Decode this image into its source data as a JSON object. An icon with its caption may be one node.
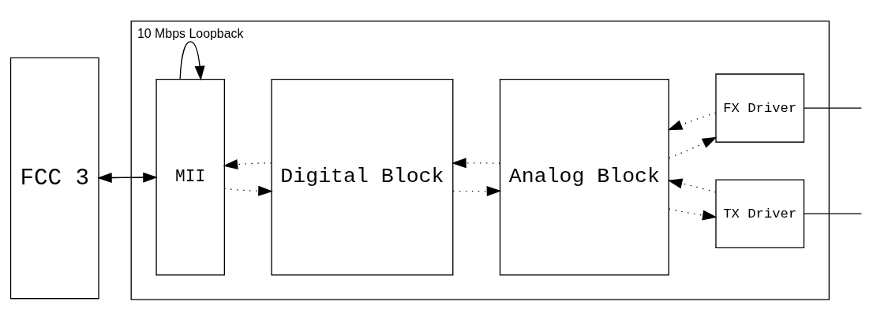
{
  "diagram": {
    "nodes": [
      {
        "text": [
          "FCC 3"
        ]
      },
      {
        "text": [],
        "shape": "box"
      },
      {
        "text": [
          "MII"
        ],
        "in": 1
      },
      {
        "text": [
          "Digital Block"
        ],
        "in": 1
      },
      {
        "text": [
          "Analog Block"
        ],
        "in": 1
      },
      {
        "text": [
          "FX Driver"
        ],
        "in": 1
      },
      {
        "text": [
          "TX Driver"
        ],
        "in": 1
      }
    ],
    "edges": [
      {
        "from": 0,
        "to": 2,
        "arrow": "to"
      },
      {
        "from": 2,
        "to": 0,
        "arrow": "to"
      },
      {
        "from": 2,
        "to": 2,
        "arrow": "to",
        "label": "10 Mbps Loopback"
      },
      {
        "from": 2,
        "to": 3,
        "arrow": "to",
        "style": "dashed"
      },
      {
        "from": 3,
        "to": 2,
        "arrow": "to",
        "style": "dashed"
      },
      {
        "from": 3,
        "to": 4,
        "arrow": "to",
        "style": "dashed"
      },
      {
        "from": 4,
        "to": 3,
        "arrow": "to",
        "style": "dashed"
      },
      {
        "from": 4,
        "to": 5,
        "arrow": "to",
        "style": "dashed"
      },
      {
        "from": 5,
        "to": 4,
        "arrow": "to",
        "style": "dashed"
      },
      {
        "from": 4,
        "to": 6,
        "arrow": "to",
        "style": "dashed"
      },
      {
        "from": 6,
        "to": 4,
        "arrow": "to",
        "style": "dashed"
      },
      {
        "from": 5,
        "to": null,
        "arrow": "none"
      },
      {
        "from": 6,
        "to": null,
        "arrow": "none"
      }
    ]
  }
}
